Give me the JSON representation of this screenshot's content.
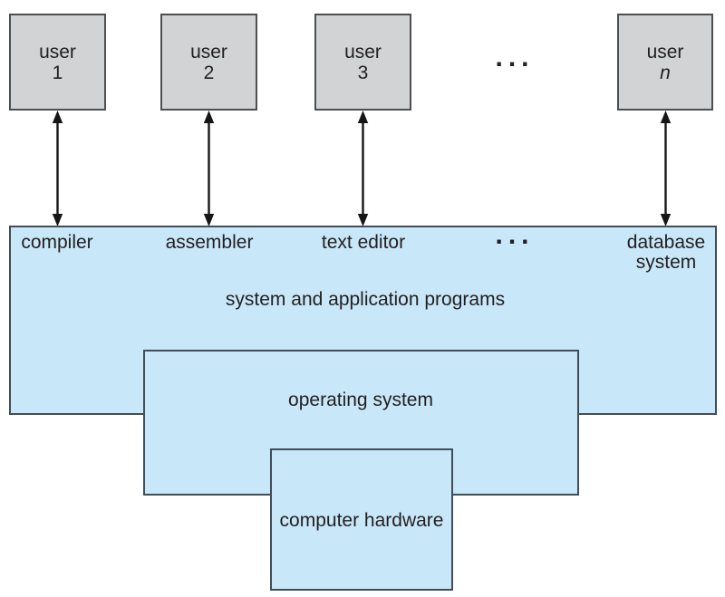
{
  "users": [
    {
      "word": "user",
      "id": "1"
    },
    {
      "word": "user",
      "id": "2"
    },
    {
      "word": "user",
      "id": "3"
    },
    {
      "word": "user",
      "id": "n"
    }
  ],
  "ellipsis_top": "...",
  "programs": {
    "item_compiler": "compiler",
    "item_assembler": "assembler",
    "item_text_editor": "text editor",
    "ellipsis": "...",
    "item_database_line1": "database",
    "item_database_line2": "system",
    "caption": "system and application programs"
  },
  "os": {
    "caption": "operating system"
  },
  "hardware": {
    "caption": "computer hardware"
  },
  "colors": {
    "user_box_fill": "#d1d3d4",
    "layer_fill": "#c8e7f8",
    "box_border": "#414d57",
    "arrow": "#161616",
    "text": "#231f20",
    "background": "#ffffff"
  }
}
